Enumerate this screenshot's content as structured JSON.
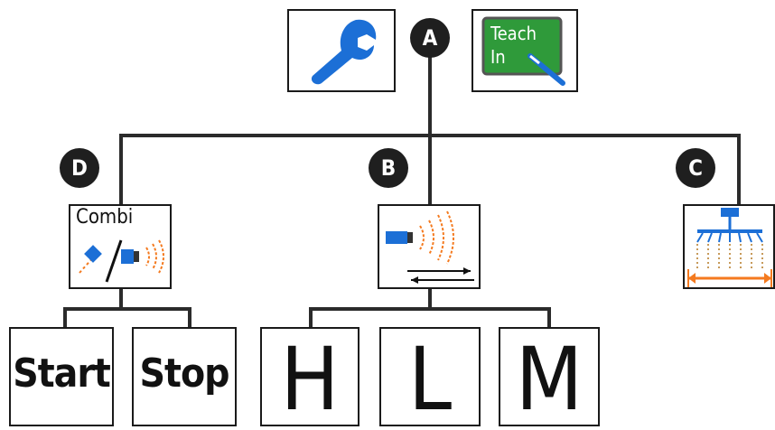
{
  "markers": {
    "a": "A",
    "b": "B",
    "c": "C",
    "d": "D"
  },
  "teach_in": {
    "line1": "Teach",
    "line2": "In"
  },
  "combi": {
    "label": "Combi"
  },
  "buttons": {
    "start": "Start",
    "stop": "Stop",
    "h": "H",
    "l": "L",
    "m": "M"
  },
  "icons": {
    "tools": "wrench-icon",
    "teach_in": "teach-in-icon",
    "combi": "combi-spray-icon",
    "spray_direction": "sprayer-direction-icon",
    "boom_width": "boom-width-icon"
  },
  "colors": {
    "accent_blue": "#1c6fd6",
    "teach_green": "#2f9a3a",
    "spray_orange": "#f47a1f",
    "marker": "#1f1f1f"
  }
}
